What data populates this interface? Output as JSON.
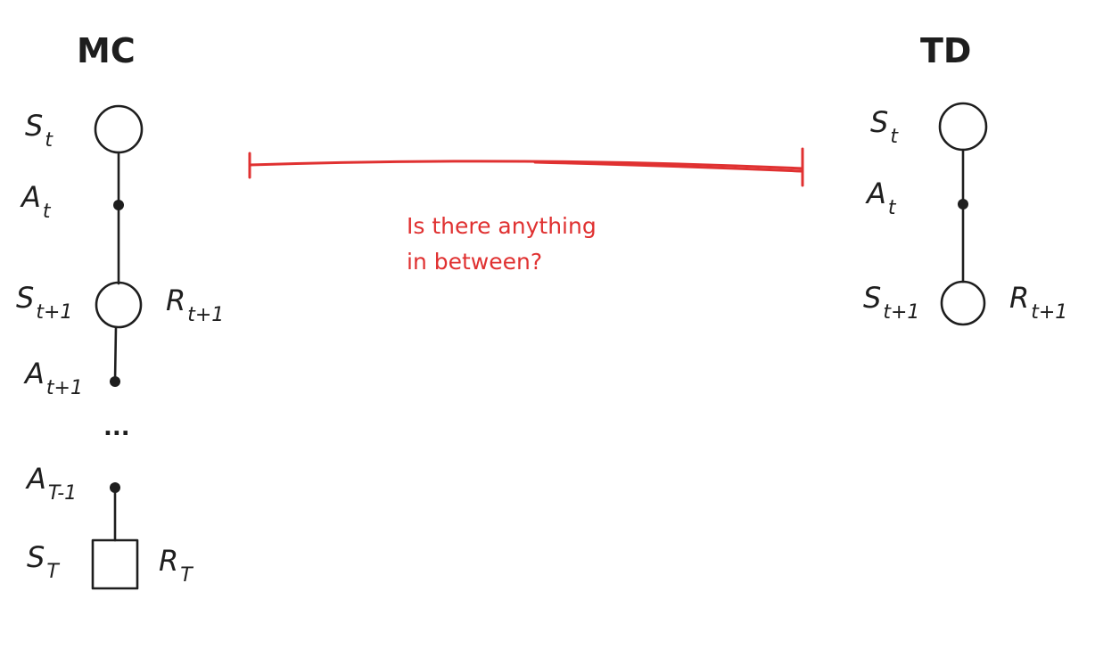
{
  "mc": {
    "title": "MC",
    "states": [
      {
        "main": "S",
        "sub": "t"
      },
      {
        "main": "S",
        "sub": "t+1"
      },
      {
        "main": "S",
        "sub": "T"
      }
    ],
    "actions": [
      {
        "main": "A",
        "sub": "t"
      },
      {
        "main": "A",
        "sub": "t+1"
      },
      {
        "main": "A",
        "sub": "T-1"
      }
    ],
    "rewards": [
      {
        "main": "R",
        "sub": "t+1"
      },
      {
        "main": "R",
        "sub": "T"
      }
    ],
    "ellipsis": "..."
  },
  "td": {
    "title": "TD",
    "states": [
      {
        "main": "S",
        "sub": "t"
      },
      {
        "main": "S",
        "sub": "t+1"
      }
    ],
    "actions": [
      {
        "main": "A",
        "sub": "t"
      }
    ],
    "rewards": [
      {
        "main": "R",
        "sub": "t+1"
      }
    ]
  },
  "middle": {
    "question_line1": "Is there anything",
    "question_line2": "in between?"
  },
  "colors": {
    "ink": "#1e1e1e",
    "accent": "#e03131"
  }
}
